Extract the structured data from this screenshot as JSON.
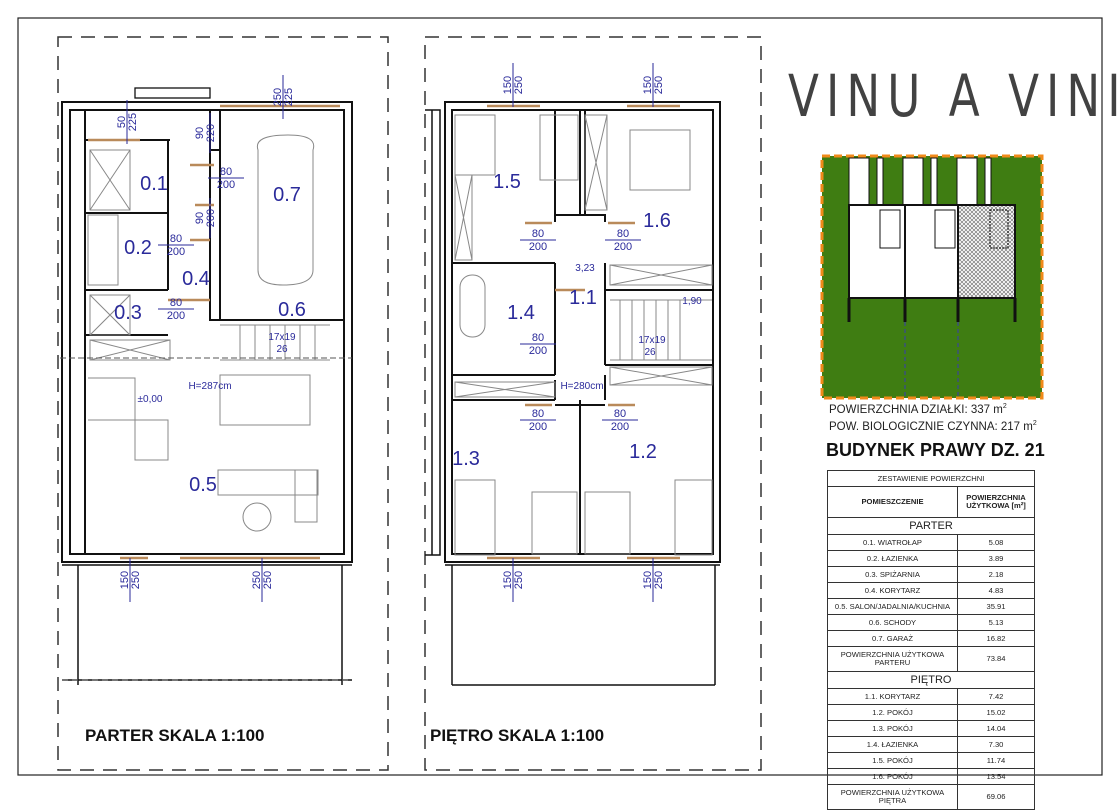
{
  "project_title": "VINU A VINI",
  "parter": {
    "scale_label": "PARTER SKALA 1:100",
    "rooms": [
      "0.1",
      "0.2",
      "0.3",
      "0.4",
      "0.5",
      "0.6",
      "0.7"
    ],
    "height_note": "H=287cm",
    "level_mark": "±0,00",
    "stairs_note": [
      "17x19",
      "26"
    ],
    "doors": [
      [
        "80",
        "200"
      ],
      [
        "90",
        "220"
      ],
      [
        "90",
        "200"
      ],
      [
        "80",
        "200"
      ],
      [
        "80",
        "200"
      ],
      [
        "80",
        "200"
      ]
    ],
    "windows": [
      [
        "50",
        "225"
      ],
      [
        "250",
        "225"
      ],
      [
        "150",
        "250"
      ],
      [
        "250",
        "250"
      ]
    ]
  },
  "pietro": {
    "scale_label": "PIĘTRO SKALA 1:100",
    "rooms": [
      "1.1",
      "1.2",
      "1.3",
      "1.4",
      "1.5",
      "1.6"
    ],
    "height_note": "H=280cm",
    "level_marks": [
      "3,23",
      "1,90"
    ],
    "stairs_note": [
      "17x19",
      "26"
    ],
    "doors": [
      [
        "80",
        "200"
      ],
      [
        "80",
        "200"
      ],
      [
        "80",
        "200"
      ],
      [
        "80",
        "200"
      ],
      [
        "80",
        "200"
      ]
    ],
    "windows": [
      [
        "150",
        "250"
      ],
      [
        "150",
        "250"
      ],
      [
        "150",
        "250"
      ],
      [
        "150",
        "250"
      ]
    ]
  },
  "site": {
    "plot_area_label": "POWIERZCHNIA DZIAŁKI: 337 m",
    "bio_area_label": "POW. BIOLOGICZNIE CZYNNA: 217 m",
    "sup": "2",
    "colors": {
      "grass": "#3f7d12",
      "boundary": "#f08a1a"
    }
  },
  "building_label": "BUDYNEK PRAWY DZ. 21",
  "table": {
    "title": "ZESTAWIENIE POWIERZCHNI",
    "col1": "POMIESZCZENIE",
    "col2": "POWIERZCHNIA UŻYTKOWA [m²]",
    "parter_header": "PARTER",
    "parter_rows": [
      {
        "name": "0.1. WIATROŁAP",
        "area": "5.08"
      },
      {
        "name": "0.2. ŁAZIENKA",
        "area": "3.89"
      },
      {
        "name": "0.3. SPIŻARNIA",
        "area": "2.18"
      },
      {
        "name": "0.4. KORYTARZ",
        "area": "4.83"
      },
      {
        "name": "0.5. SALON/JADALNIA/KUCHNIA",
        "area": "35.91"
      },
      {
        "name": "0.6. SCHODY",
        "area": "5.13"
      },
      {
        "name": "0.7. GARAŻ",
        "area": "16.82"
      }
    ],
    "parter_total": {
      "name": "POWIERZCHNIA UŻYTKOWA PARTERU",
      "area": "73.84"
    },
    "pietro_header": "PIĘTRO",
    "pietro_rows": [
      {
        "name": "1.1. KORYTARZ",
        "area": "7.42"
      },
      {
        "name": "1.2. POKÓJ",
        "area": "15.02"
      },
      {
        "name": "1.3. POKÓJ",
        "area": "14.04"
      },
      {
        "name": "1.4. ŁAZIENKA",
        "area": "7.30"
      },
      {
        "name": "1.5. POKÓJ",
        "area": "11.74"
      },
      {
        "name": "1.6. POKÓJ",
        "area": "13.54"
      }
    ],
    "pietro_total": {
      "name": "POWIERZCHNIA UŻYTKOWA PIĘTRA",
      "area": "69.06"
    }
  }
}
